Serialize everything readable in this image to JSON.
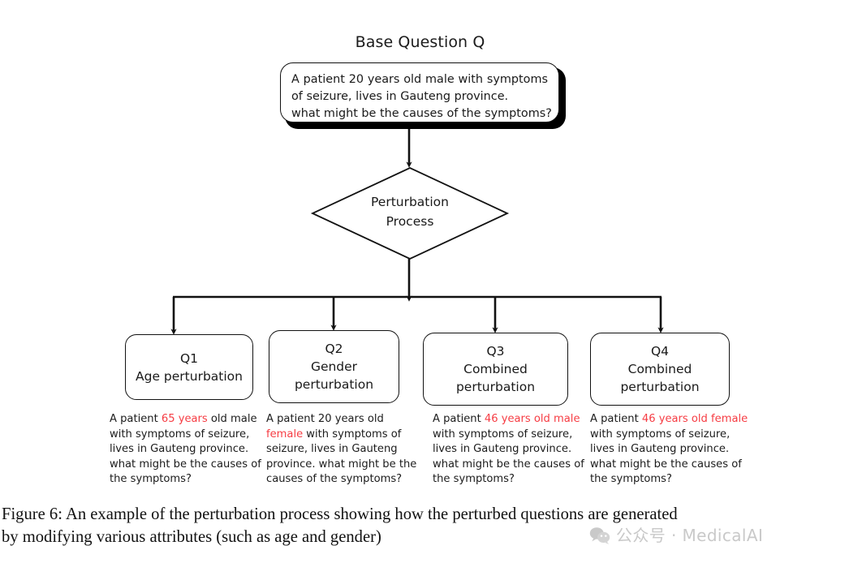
{
  "figure": {
    "base_title": "Base Question Q",
    "base_question": {
      "line1_words": [
        "A",
        "patient",
        "20",
        "years",
        "old",
        "male",
        "with",
        "symptoms"
      ],
      "line2": "of seizure, lives in Gauteng province.",
      "line3": "what might be the causes of the symptoms?"
    },
    "process_node": {
      "line1": "Perturbation",
      "line2": "Process"
    },
    "branches": [
      {
        "id": "Q1",
        "label_line1": "Q1",
        "label_line2": "Age perturbation",
        "caption": {
          "prefix": "A patient ",
          "highlight": "65 years",
          "suffix": " old male with symptoms of seizure, lives in Gauteng province. what might be the causes of the symptoms?"
        }
      },
      {
        "id": "Q2",
        "label_line1": "Q2",
        "label_line2": "Gender perturbation",
        "caption": {
          "prefix": "A patient 20 years old ",
          "highlight": "female",
          "suffix": " with symptoms of seizure, lives in Gauteng province. what might be the causes of the symptoms?"
        }
      },
      {
        "id": "Q3",
        "label_line1": "Q3",
        "label_line2": "Combined perturbation",
        "caption": {
          "prefix": "A patient ",
          "highlight": "46 years old male",
          "suffix": " with symptoms of seizure, lives in Gauteng province. what might be the causes of the symptoms?"
        }
      },
      {
        "id": "Q4",
        "label_line1": "Q4",
        "label_line2": "Combined perturbation",
        "caption": {
          "prefix": "A patient ",
          "highlight": "46 years old female",
          "suffix": " with symptoms of seizure, lives in Gauteng province. what might be the causes of the symptoms?"
        }
      }
    ],
    "caption": {
      "line1": "Figure 6: An example of the perturbation process showing how the perturbed questions are generated",
      "line2": "by modifying various attributes (such as age and gender)"
    },
    "watermark": {
      "icon": "wechat-icon",
      "text": "公众号 · MedicalAI"
    },
    "colors": {
      "highlight": "#f63c43",
      "stroke": "#121212",
      "text": "#1a1a1a",
      "watermark": "#c9c9c9"
    }
  }
}
